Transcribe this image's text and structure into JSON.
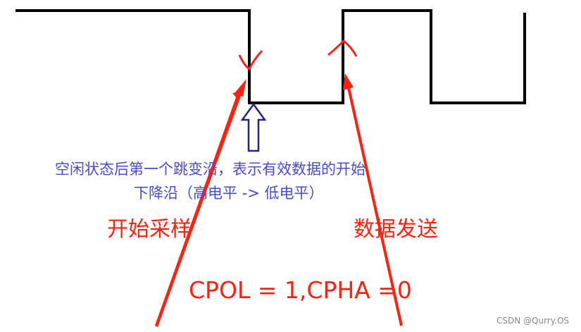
{
  "annotation": {
    "line1": "空闲状态后第一个跳变沿，表示有效数据的开始",
    "line2": "下降沿（高电平 -> 低电平）"
  },
  "labels": {
    "start_sampling": "开始采样",
    "data_send": "数据发送",
    "mode": "CPOL = 1,CPHA =0"
  },
  "watermark": "CSDN @Qurry.OS",
  "colors": {
    "signal": "#000000",
    "annotation": "#4a4ad0",
    "markup": "#ff2010"
  }
}
